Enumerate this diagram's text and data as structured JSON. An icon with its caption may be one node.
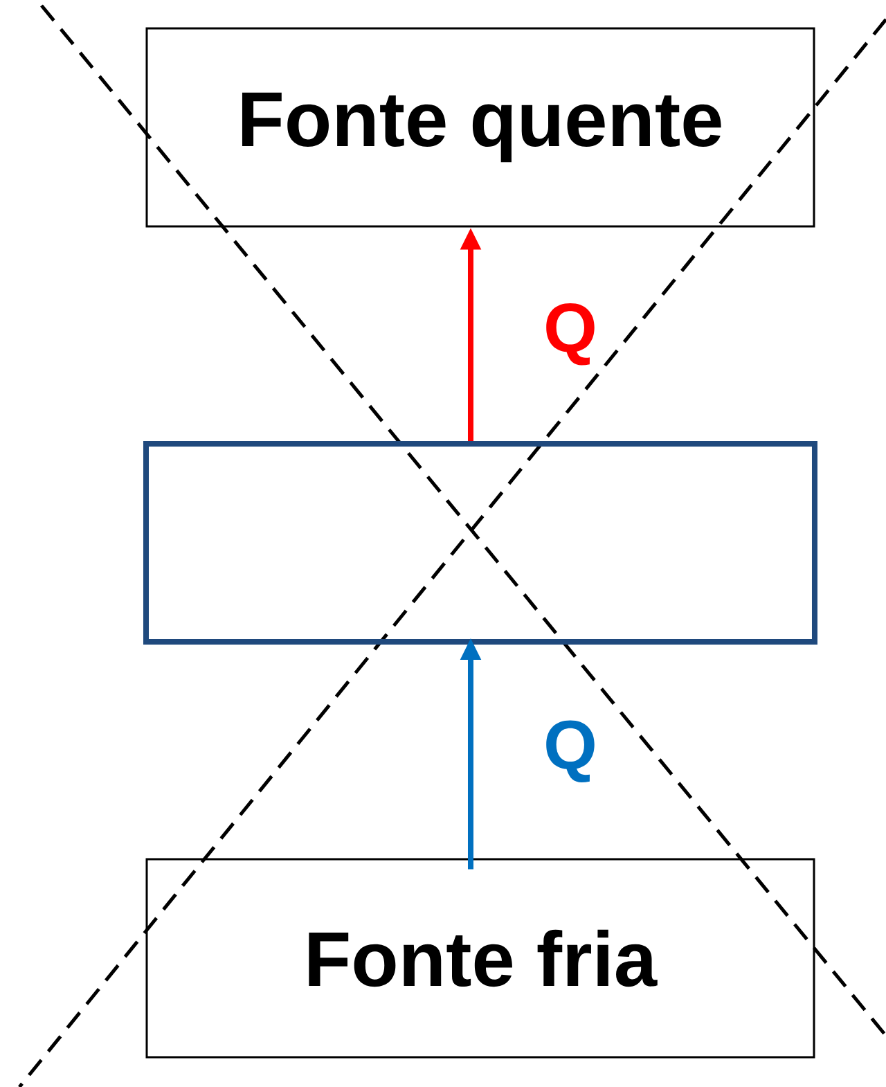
{
  "diagram": {
    "nodes": [
      {
        "text": [
          "Fonte quente"
        ]
      },
      {
        "text": [],
        "shape": "box"
      },
      {
        "text": [
          "Fonte fria"
        ]
      }
    ],
    "edges": [
      {
        "from": 1,
        "to": 0,
        "arrow": "to",
        "label": "Q",
        "color": "#ff0000"
      },
      {
        "from": 2,
        "to": 1,
        "arrow": "to",
        "label": "Q",
        "color": "#0070c0"
      }
    ]
  }
}
